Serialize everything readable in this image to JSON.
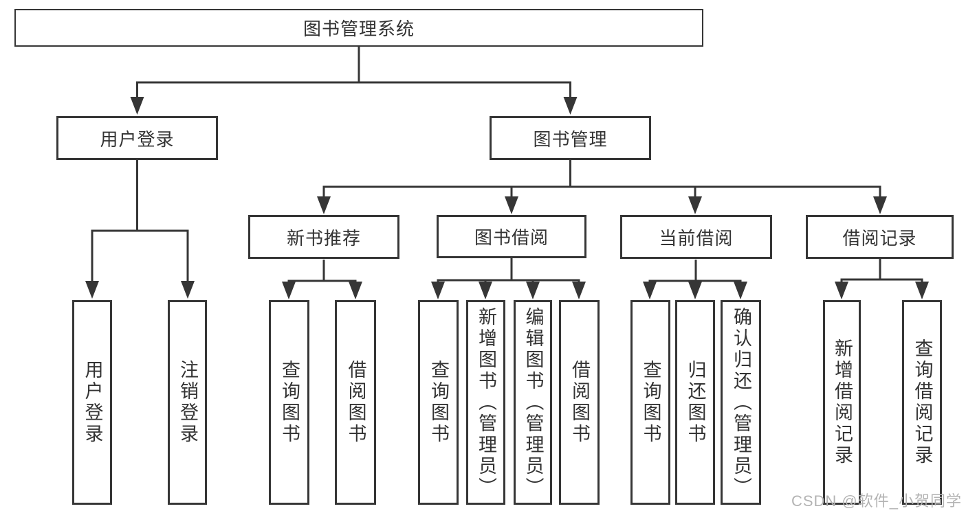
{
  "diagram": {
    "root": {
      "label": "图书管理系统"
    },
    "branches": [
      {
        "label": "用户登录",
        "children": [
          {
            "label": "用户登录"
          },
          {
            "label": "注销登录"
          }
        ]
      },
      {
        "label": "图书管理",
        "children": [
          {
            "label": "新书推荐",
            "children": [
              {
                "label": "查询图书"
              },
              {
                "label": "借阅图书"
              }
            ]
          },
          {
            "label": "图书借阅",
            "children": [
              {
                "label": "查询图书"
              },
              {
                "label": "新增图书（管理员）"
              },
              {
                "label": "编辑图书（管理员）"
              },
              {
                "label": "借阅图书"
              }
            ]
          },
          {
            "label": "当前借阅",
            "children": [
              {
                "label": "查询图书"
              },
              {
                "label": "归还图书"
              },
              {
                "label": "确认归还（管理员）"
              }
            ]
          },
          {
            "label": "借阅记录",
            "children": [
              {
                "label": "新增借阅记录"
              },
              {
                "label": "查询借阅记录"
              }
            ]
          }
        ]
      }
    ],
    "watermark": "CSDN @软件_小贺同学"
  },
  "colors": {
    "line": "#363636",
    "text": "#333333",
    "box_bg": "#ffffff",
    "watermark": "#b3b3b3",
    "background": "#ffffff"
  }
}
